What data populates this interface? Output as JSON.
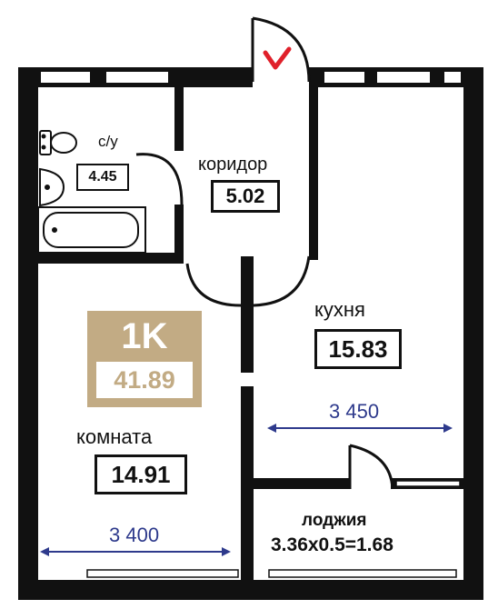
{
  "apartment": {
    "type_label": "1K",
    "total_area": "41.89"
  },
  "rooms": {
    "bathroom": {
      "label": "с/у",
      "area": "4.45"
    },
    "corridor": {
      "label": "коридор",
      "area": "5.02"
    },
    "kitchen": {
      "label": "кухня",
      "area": "15.83"
    },
    "room": {
      "label": "комната",
      "area": "14.91"
    },
    "loggia": {
      "label": "лоджия",
      "formula": "3.36x0.5=1.68"
    }
  },
  "dimensions": {
    "kitchen_width": "3 450",
    "room_width": "3 400"
  },
  "colors": {
    "wall": "#111111",
    "badge": "#c2ab84",
    "dimension_line": "#2e3a8c",
    "entrance_mark": "#e0202a"
  },
  "icons": [
    "entrance-arrow-icon",
    "toilet-icon",
    "sink-icon",
    "bathtub-icon"
  ]
}
